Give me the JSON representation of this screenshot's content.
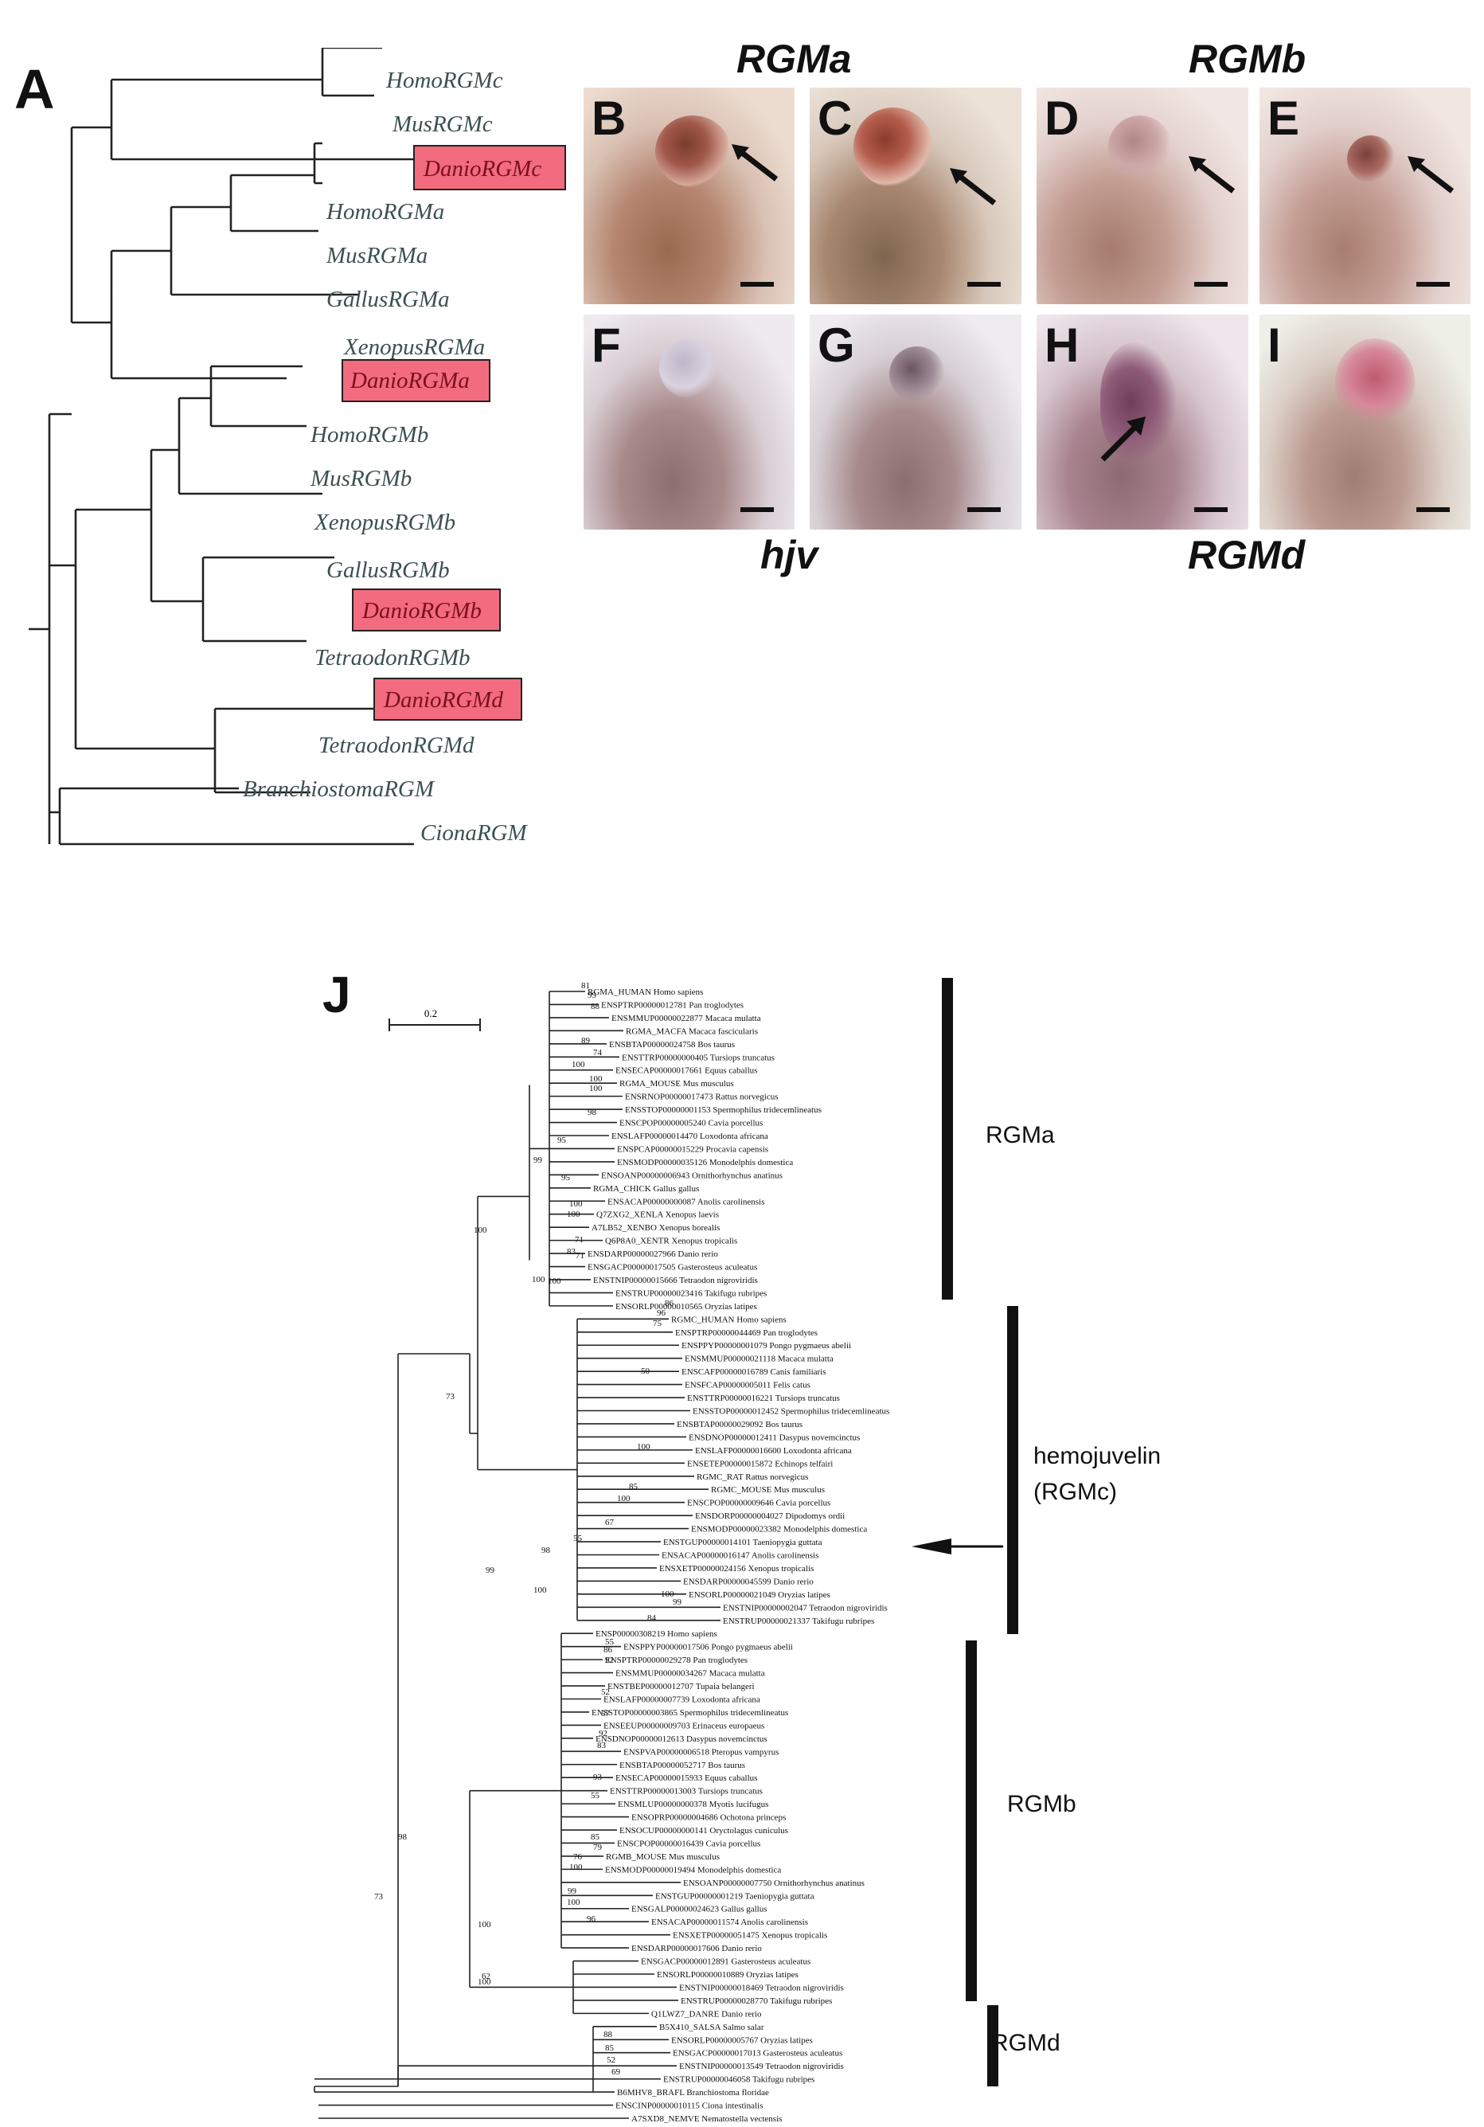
{
  "panel_a": {
    "letter": "A",
    "taxa": [
      "HomoRGMc",
      "MusRGMc",
      "DanioRGMc",
      "HomoRGMa",
      "MusRGMa",
      "GallusRGMa",
      "XenopusRGMa",
      "DanioRGMa",
      "HomoRGMb",
      "MusRGMb",
      "XenopusRGMb",
      "GallusRGMb",
      "DanioRGMb",
      "TetraodonRGMb",
      "DanioRGMd",
      "TetraodonRGMd",
      "BranchiostomaRGM",
      "CionaRGM"
    ],
    "highlighted": [
      "DanioRGMc",
      "DanioRGMa",
      "DanioRGMb",
      "DanioRGMd"
    ],
    "highlight_color": "#f26b7e"
  },
  "panel_photos": {
    "titles": {
      "rgma": "RGMa",
      "rgmb": "RGMb",
      "hjv": "hjv",
      "rgmd": "RGMd"
    },
    "letters": [
      "B",
      "C",
      "D",
      "E",
      "F",
      "G",
      "H",
      "I"
    ],
    "arrows_in": [
      "B",
      "C",
      "D",
      "E",
      "H"
    ]
  },
  "panel_j": {
    "letter": "J",
    "scale": "0.2",
    "clades": {
      "rgma": "RGMa",
      "rgmc_line1": "hemojuvelin",
      "rgmc_line2": "(RGMc)",
      "rgmb": "RGMb",
      "rgmd": "RGMd"
    },
    "leaves": [
      "RGMA_HUMAN Homo sapiens",
      "ENSPTRP00000012781 Pan troglodytes",
      "ENSMMUP00000022877 Macaca mulatta",
      "RGMA_MACFA Macaca fascicularis",
      "ENSBTAP00000024758 Bos taurus",
      "ENSTTRP00000000405 Tursiops truncatus",
      "ENSECAP00000017661 Equus caballus",
      "RGMA_MOUSE Mus musculus",
      "ENSRNOP00000017473 Rattus norvegicus",
      "ENSSTOP00000001153 Spermophilus tridecemlineatus",
      "ENSCPOP00000005240 Cavia porcellus",
      "ENSLAFP00000014470 Loxodonta africana",
      "ENSPCAP00000015229 Procavia capensis",
      "ENSMODP00000035126 Monodelphis domestica",
      "ENSOANP00000006943 Ornithorhynchus anatinus",
      "RGMA_CHICK Gallus gallus",
      "ENSACAP00000000087 Anolis carolinensis",
      "Q7ZXG2_XENLA Xenopus laevis",
      "A7LB52_XENBO Xenopus borealis",
      "Q6P8A0_XENTR Xenopus tropicalis",
      "ENSDARP00000027966 Danio rerio",
      "ENSGACP00000017505 Gasterosteus aculeatus",
      "ENSTNIP00000015666 Tetraodon nigroviridis",
      "ENSTRUP00000023416 Takifugu rubripes",
      "ENSORLP00000010565 Oryzias latipes",
      "RGMC_HUMAN Homo sapiens",
      "ENSPTRP00000044469 Pan troglodytes",
      "ENSPPYP00000001079 Pongo pygmaeus abelii",
      "ENSMMUP00000021118 Macaca mulatta",
      "ENSCAFP00000016789 Canis familiaris",
      "ENSFCAP00000005011 Felis catus",
      "ENSTTRP00000016221 Tursiops truncatus",
      "ENSSTOP00000012452 Spermophilus tridecemlineatus",
      "ENSBTAP00000029092 Bos taurus",
      "ENSDNOP00000012411 Dasypus novemcinctus",
      "ENSLAFP00000016600 Loxodonta africana",
      "ENSETEP00000015872 Echinops telfairi",
      "RGMC_RAT Rattus norvegicus",
      "RGMC_MOUSE Mus musculus",
      "ENSCPOP00000009646 Cavia porcellus",
      "ENSDORP00000004027 Dipodomys ordii",
      "ENSMODP00000023382 Monodelphis domestica",
      "ENSTGUP00000014101 Taeniopygia guttata",
      "ENSACAP00000016147 Anolis carolinensis",
      "ENSXETP00000024156 Xenopus tropicalis",
      "ENSDARP00000045599 Danio rerio",
      "ENSORLP00000021049 Oryzias latipes",
      "ENSTNIP00000002047 Tetraodon nigroviridis",
      "ENSTRUP00000021337 Takifugu rubripes",
      "ENSP00000308219 Homo sapiens",
      "ENSPPYP00000017506 Pongo pygmaeus abelii",
      "ENSPTRP00000029278 Pan troglodytes",
      "ENSMMUP00000034267 Macaca mulatta",
      "ENSTBEP00000012707 Tupaia belangeri",
      "ENSLAFP00000007739 Loxodonta africana",
      "ENSSTOP00000003865 Spermophilus tridecemlineatus",
      "ENSEEUP00000009703 Erinaceus europaeus",
      "ENSDNOP00000012613 Dasypus novemcinctus",
      "ENSPVAP00000006518 Pteropus vampyrus",
      "ENSBTAP00000052717 Bos taurus",
      "ENSECAP00000015933 Equus caballus",
      "ENSTTRP00000013003 Tursiops truncatus",
      "ENSMLUP00000000378 Myotis lucifugus",
      "ENSOPRP00000004686 Ochotona princeps",
      "ENSOCUP00000000141 Oryctolagus cuniculus",
      "ENSCPOP00000016439 Cavia porcellus",
      "RGMB_MOUSE Mus musculus",
      "ENSMODP00000019494 Monodelphis domestica",
      "ENSOANP00000007750 Ornithorhynchus anatinus",
      "ENSTGUP00000001219 Taeniopygia guttata",
      "ENSGALP00000024623 Gallus gallus",
      "ENSACAP00000011574 Anolis carolinensis",
      "ENSXETP00000051475 Xenopus tropicalis",
      "ENSDARP00000017606 Danio rerio",
      "ENSGACP00000012891 Gasterosteus aculeatus",
      "ENSORLP00000010889 Oryzias latipes",
      "ENSTNIP00000018469 Tetraodon nigroviridis",
      "ENSTRUP00000028770 Takifugu rubripes",
      "Q1LWZ7_DANRE Danio rerio",
      "B5X410_SALSA Salmo salar",
      "ENSORLP00000005767 Oryzias latipes",
      "ENSGACP00000017013 Gasterosteus aculeatus",
      "ENSTNIP00000013549 Tetraodon nigroviridis",
      "ENSTRUP00000046058 Takifugu rubripes",
      "B6MHV8_BRAFL Branchiostoma floridae",
      "ENSCINP00000010115 Ciona intestinalis",
      "A7SXD8_NEMVE Nematostella vectensis"
    ],
    "bootstrap": [
      "81",
      "99",
      "88",
      "89",
      "100",
      "74",
      "100",
      "100",
      "98",
      "95",
      "99",
      "95",
      "100",
      "100",
      "83",
      "71",
      "100",
      "100",
      "100",
      "71",
      "86",
      "96",
      "75",
      "50",
      "100",
      "85",
      "100",
      "67",
      "55",
      "98",
      "99",
      "100",
      "100",
      "84",
      "99",
      "73",
      "55",
      "86",
      "92",
      "52",
      "57",
      "92",
      "83",
      "93",
      "55",
      "85",
      "79",
      "76",
      "100",
      "99",
      "100",
      "100",
      "96",
      "62",
      "98",
      "100",
      "88",
      "85",
      "52",
      "69",
      "73"
    ]
  }
}
